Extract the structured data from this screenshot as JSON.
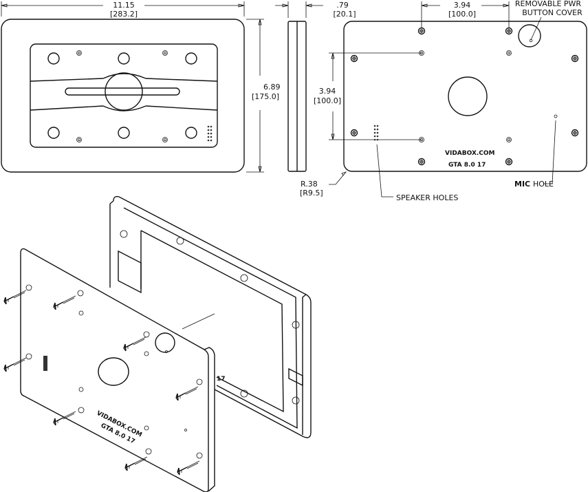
{
  "front_view": {
    "width_in": "11.15",
    "width_mm": "[283.2]",
    "height_in": "6.89",
    "height_mm": "[175.0]"
  },
  "side_view": {
    "depth_in": ".79",
    "depth_mm": "[20.1]"
  },
  "back_view": {
    "hole_spacing_h_in": "3.94",
    "hole_spacing_h_mm": "[100.0]",
    "hole_spacing_v_in": "3.94",
    "hole_spacing_v_mm": "[100.0]",
    "power_cover_line1": "REMOVABLE PWR",
    "power_cover_line2": "BUTTON COVER",
    "radius_in": "R.38",
    "radius_mm": "[R9.5]",
    "speaker_label": "SPEAKER HOLES",
    "mic_label_bold": "MIC",
    "mic_label_rest": "HOLE",
    "brand": "VIDABOX.COM",
    "model": "GTA  8.0  17"
  },
  "iso_view": {
    "brand": "VIDABOX.COM",
    "model": "GTA  8.0  17",
    "edge_mark": "17"
  }
}
